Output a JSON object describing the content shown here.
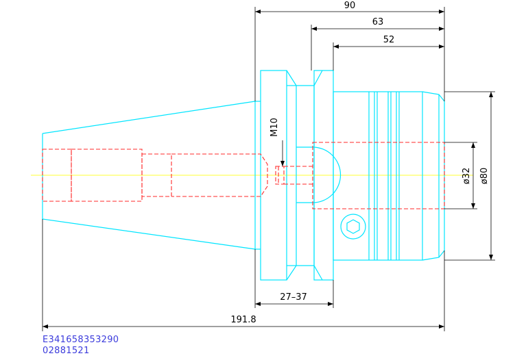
{
  "dimensions": {
    "d90": "90",
    "d63": "63",
    "d52": "52",
    "thread": "M10",
    "dia32": "ø32",
    "dia80": "ø80",
    "range": "27–37",
    "overall": "191.8"
  },
  "codes": {
    "line1": "E341658353290",
    "line2": "02881521"
  },
  "colors": {
    "outline": "#00e5ff",
    "hidden": "#ff2a2a",
    "centerline": "#ffff33",
    "dimension": "#000000",
    "code_text": "#3b3bdc"
  }
}
